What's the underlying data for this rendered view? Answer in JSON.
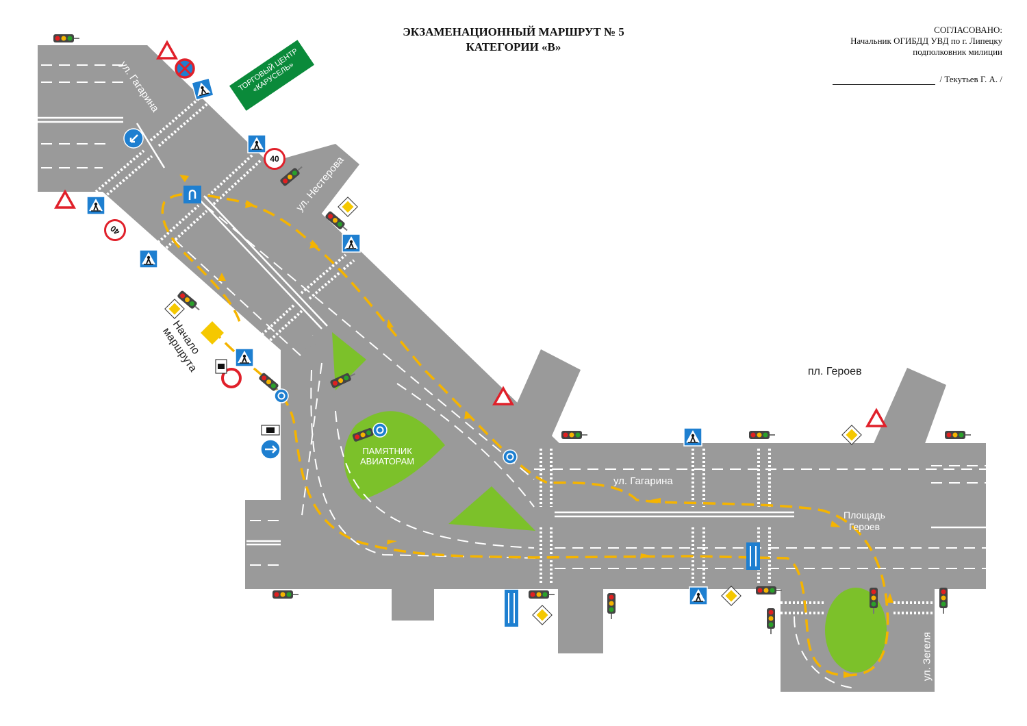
{
  "header": {
    "title_line1": "ЭКЗАМЕНАЦИОННЫЙ МАРШРУТ № 5",
    "title_line2": "КАТЕГОРИИ «В»"
  },
  "approval": {
    "line1": "СОГЛАСОВАНО:",
    "line2": "Начальник ОГИБДД УВД по г. Липецку",
    "line3": "подполковник милиции",
    "signature": "/ Текутьев Г. А. /"
  },
  "labels": {
    "street_gagarina_top": "ул. Гагарина",
    "street_gagarina_main": "ул. Гагарина",
    "street_nesterova": "ул. Нестерова",
    "street_zegelya": "ул. Зегеля",
    "square_heroes_top": "пл. Героев",
    "square_heroes_line1": "Площадь",
    "square_heroes_line2": "Героев",
    "monument_line1": "ПАМЯТНИК",
    "monument_line2": "АВИАТОРАМ",
    "mall_line1": "ТОРГОВЫЙ ЦЕНТР",
    "mall_line2": "«КАРУСЕЛЬ»",
    "start_line1": "Начало",
    "start_line2": "маршрута"
  },
  "signs": {
    "speed_limit": "40"
  },
  "colors": {
    "road": "#9a9a9a",
    "route": "#f5b400",
    "grass": "#7cc12a",
    "mall": "#0a8a3a",
    "sign_blue": "#1e7fd0",
    "sign_red": "#e0202a"
  }
}
